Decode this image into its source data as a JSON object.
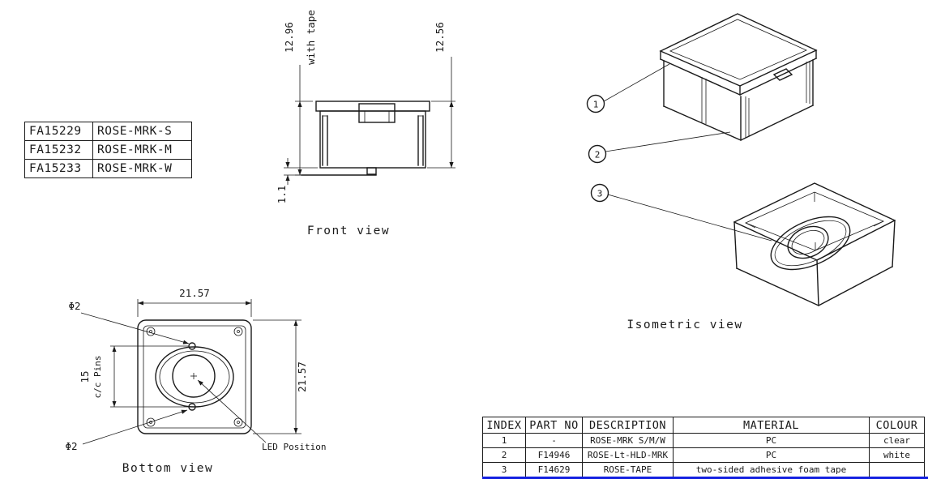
{
  "colors": {
    "background": "#ffffff",
    "line": "#1a1a1a",
    "accent_blue": "#1320e0"
  },
  "part_table": {
    "rows": [
      {
        "part_no": "FA15229",
        "name": "ROSE-MRK-S"
      },
      {
        "part_no": "FA15232",
        "name": "ROSE-MRK-M"
      },
      {
        "part_no": "FA15233",
        "name": "ROSE-MRK-W"
      }
    ]
  },
  "front_view": {
    "label": "Front view",
    "dim_total_height": "12.96",
    "dim_total_note": "with tape",
    "dim_body_height": "12.56",
    "dim_tape": "1.1"
  },
  "bottom_view": {
    "label": "Bottom view",
    "dim_width": "21.57",
    "dim_height": "21.57",
    "dim_pin_spacing": "15",
    "dim_pin_note": "c/c Pins",
    "dim_hole_top": "Φ2",
    "dim_hole_bottom": "Φ2",
    "led_label": "LED Position"
  },
  "isometric_view": {
    "label": "Isometric view",
    "callouts": [
      {
        "number": "1"
      },
      {
        "number": "2"
      },
      {
        "number": "3"
      }
    ]
  },
  "bom_table": {
    "headers": [
      "INDEX",
      "PART NO",
      "DESCRIPTION",
      "MATERIAL",
      "COLOUR"
    ],
    "rows": [
      {
        "index": "1",
        "part_no": "-",
        "description": "ROSE-MRK S/M/W",
        "material": "PC",
        "colour": "clear"
      },
      {
        "index": "2",
        "part_no": "F14946",
        "description": "ROSE-Lt-HLD-MRK",
        "material": "PC",
        "colour": "white"
      },
      {
        "index": "3",
        "part_no": "F14629",
        "description": "ROSE-TAPE",
        "material": "two-sided adhesive foam tape",
        "colour": ""
      }
    ]
  }
}
